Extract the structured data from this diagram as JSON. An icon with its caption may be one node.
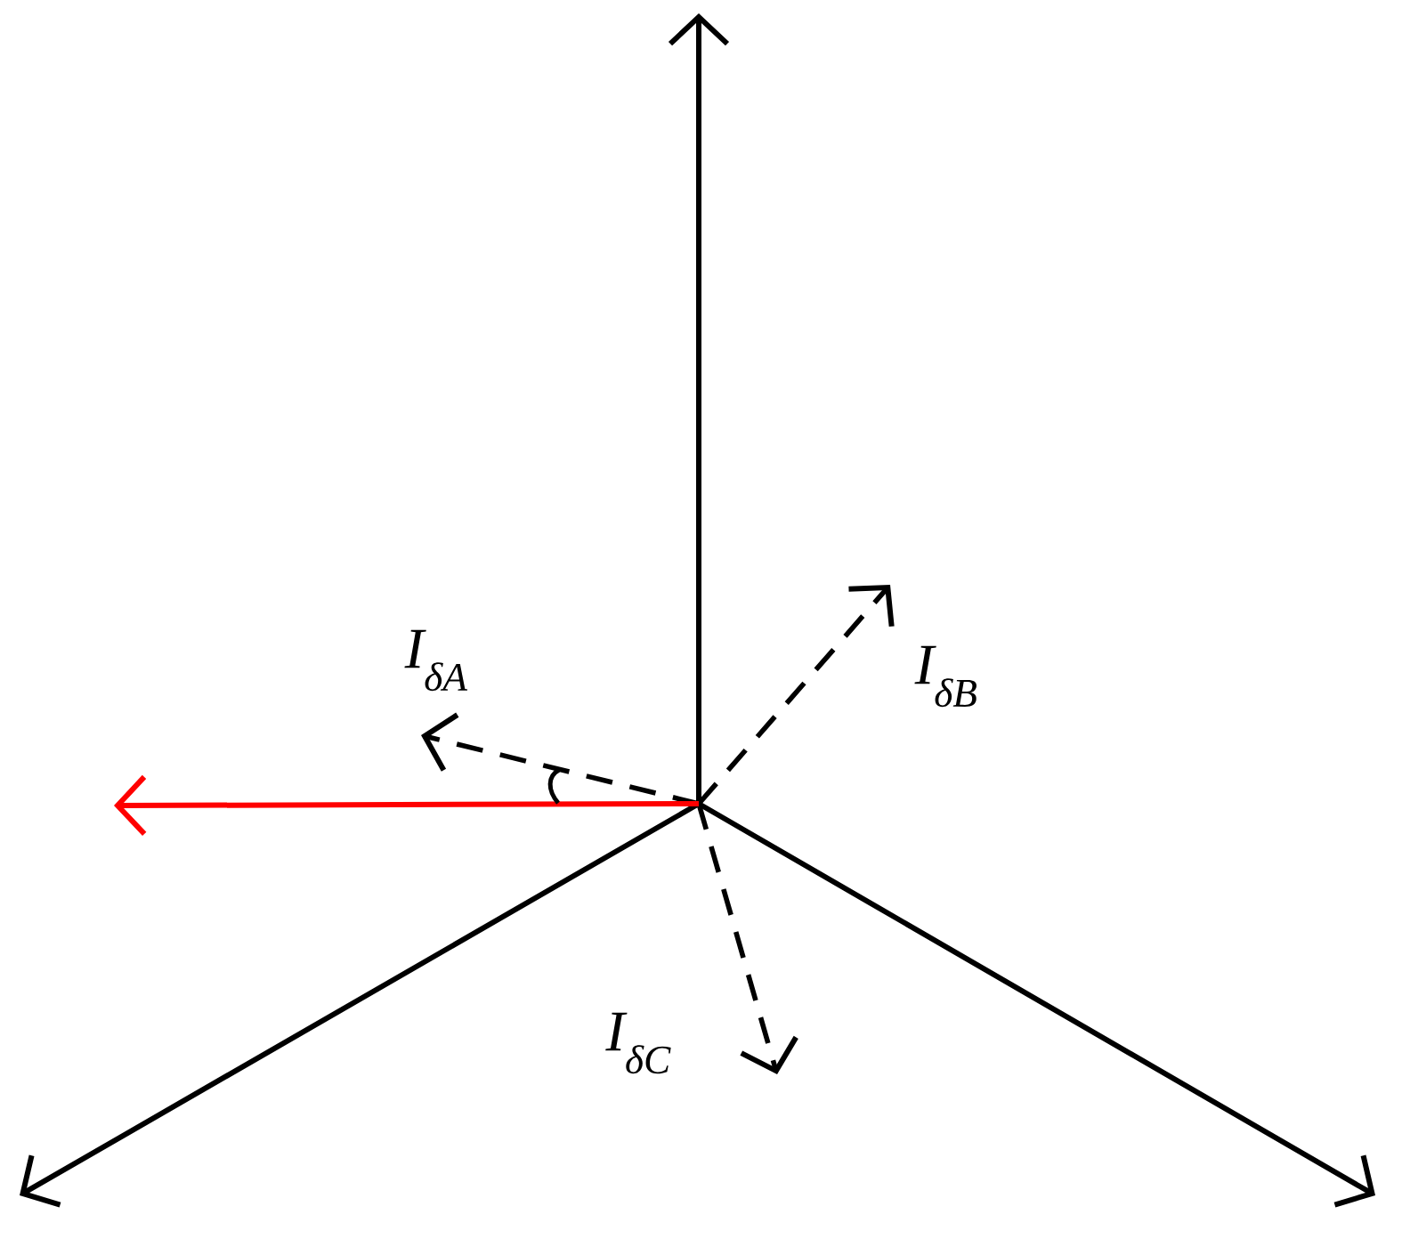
{
  "diagram": {
    "labels": [
      "I$_{δA}$",
      "I$_{δB}$",
      "I$_{δC}$"
    ]
  }
}
